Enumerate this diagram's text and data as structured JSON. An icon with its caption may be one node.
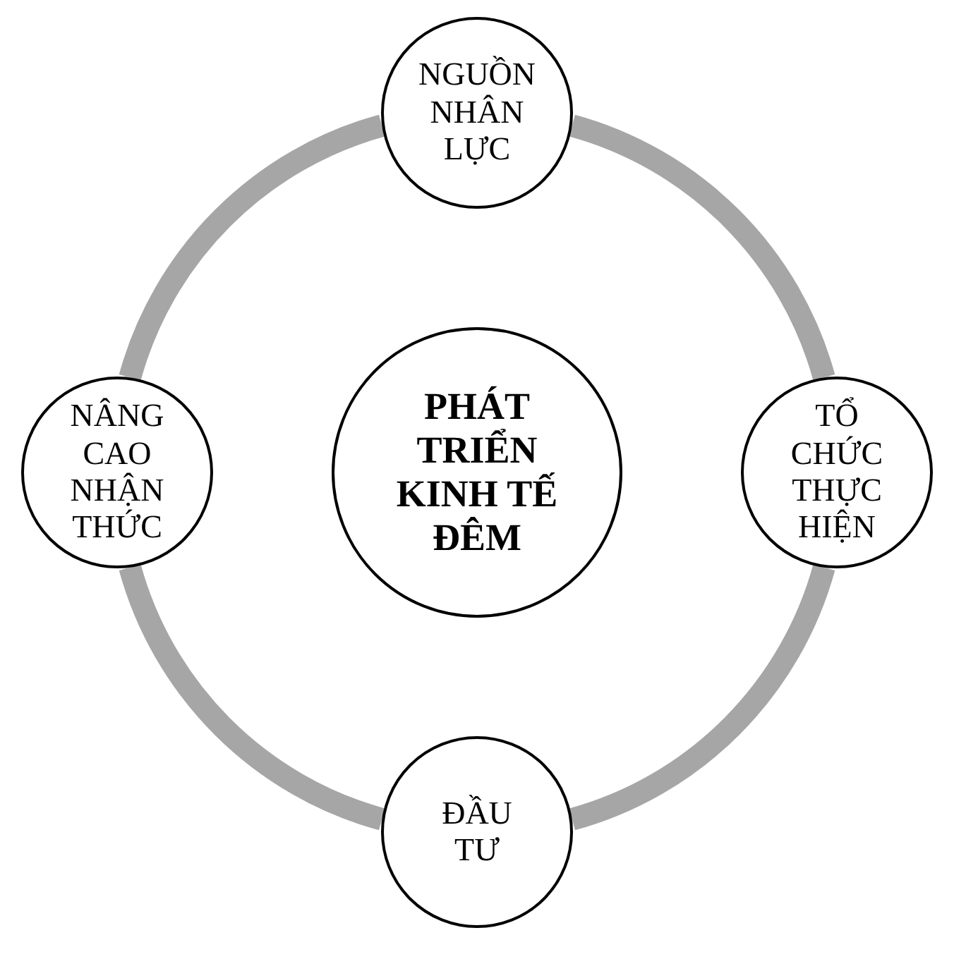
{
  "diagram": {
    "nodes": [
      {
        "text": [
          "NGUỒN NHÂN LỰC"
        ]
      },
      {
        "text": [
          "NÂNG CAO NHẬN THỨC"
        ]
      },
      {
        "text": [
          "PHÁT TRIỂN KINH TẾ ĐÊM"
        ]
      },
      {
        "text": [
          "TỔ CHỨC THỰC HIỆN"
        ]
      },
      {
        "text": [
          "ĐẦU TƯ"
        ]
      }
    ],
    "edges": [
      {
        "from": 0,
        "to": 3,
        "arrow": "none"
      },
      {
        "from": 3,
        "to": 4,
        "arrow": "none"
      },
      {
        "from": 4,
        "to": 1,
        "arrow": "none"
      },
      {
        "from": 1,
        "to": 0,
        "arrow": "none"
      }
    ]
  }
}
